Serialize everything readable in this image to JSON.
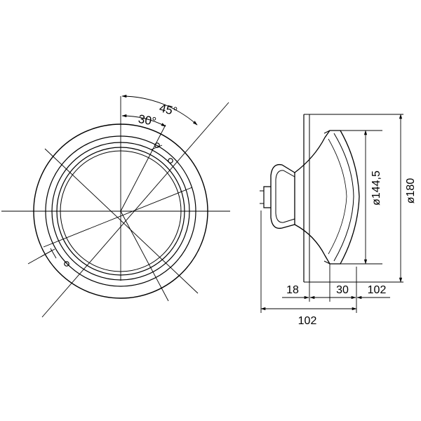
{
  "front_view": {
    "angle_outer": "45°",
    "angle_inner": "30°"
  },
  "side_view": {
    "dim_lens_diameter": "ø144,5",
    "dim_outer_diameter": "ø180",
    "dim_depth_a": "18",
    "dim_depth_b": "30",
    "dim_depth_c": "102",
    "dim_total_depth": "102"
  },
  "colors": {
    "line": "#000000",
    "background": "#ffffff"
  }
}
